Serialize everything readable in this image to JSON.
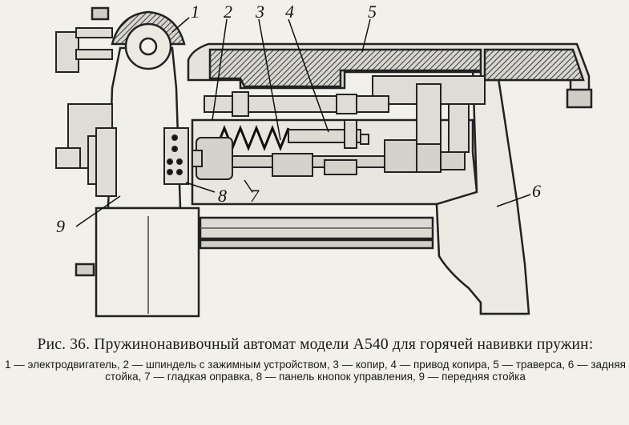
{
  "callouts": [
    "1",
    "2",
    "3",
    "4",
    "5",
    "6",
    "7",
    "8",
    "9"
  ],
  "caption": {
    "title": "Рис. 36. Пружинонавивочный автомат модели А540 для горячей навивки пружин:",
    "legend": "1 — электродвигатель, 2 — шпиндель с зажимным устройством, 3 — копир, 4 — привод копира, 5 — траверса, 6 — задняя стойка, 7 — гладкая оправка, 8 — панель кнопок управления, 9 — передняя стойка"
  }
}
